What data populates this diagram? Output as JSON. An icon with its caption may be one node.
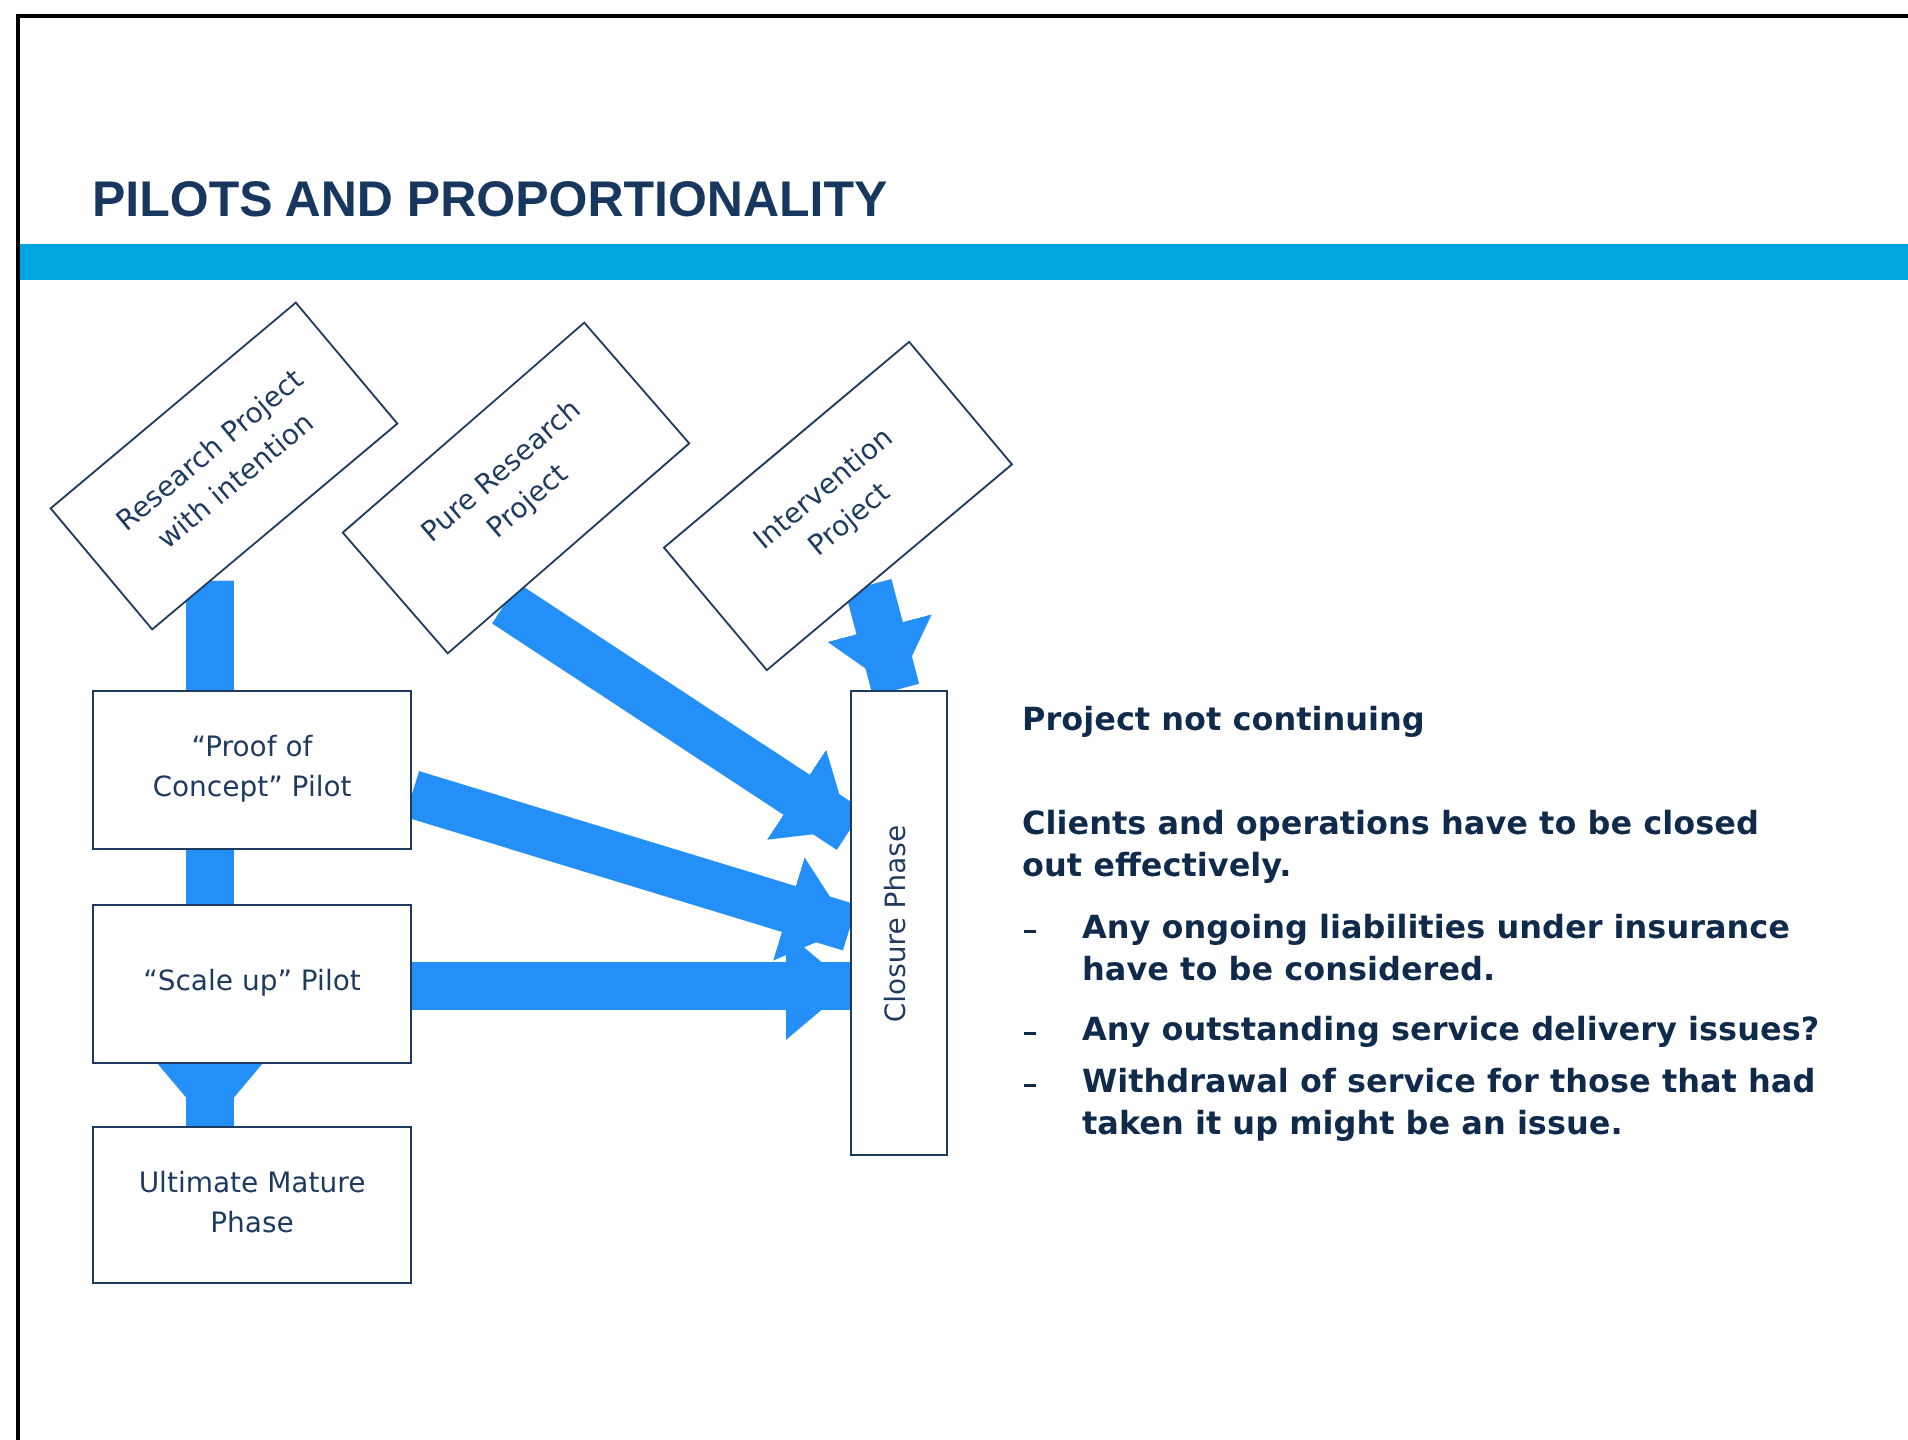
{
  "diagram": {
    "title": "PILOTS AND PROPORTIONALITY",
    "nodes": [
      {
        "text": [
          "Research Project with intention"
        ]
      },
      {
        "text": [
          "Pure Research Project"
        ]
      },
      {
        "text": [
          "Intervention Project"
        ]
      },
      {
        "text": [
          "“Proof of Concept” Pilot"
        ]
      },
      {
        "text": [
          "“Scale up” Pilot"
        ]
      },
      {
        "text": [
          "Ultimate Mature Phase"
        ]
      },
      {
        "text": [
          "Closure Phase"
        ]
      }
    ],
    "edges": [
      {
        "from": 0,
        "to": 3,
        "arrow": "none"
      },
      {
        "from": 3,
        "to": 4,
        "arrow": "none"
      },
      {
        "from": 4,
        "to": 5,
        "arrow": "to"
      },
      {
        "from": 1,
        "to": 6,
        "arrow": "to"
      },
      {
        "from": 3,
        "to": 6,
        "arrow": "to"
      },
      {
        "from": 4,
        "to": 6,
        "arrow": "to"
      },
      {
        "from": 2,
        "to": 6,
        "arrow": "to"
      }
    ],
    "labels": [
      "Project not continuing",
      "Clients and operations have to be closed out effectively.",
      "Any ongoing liabilities under insurance have to be considered.",
      "Any outstanding service delivery issues?",
      "Withdrawal of service for those that had taken it up might be an issue."
    ]
  }
}
